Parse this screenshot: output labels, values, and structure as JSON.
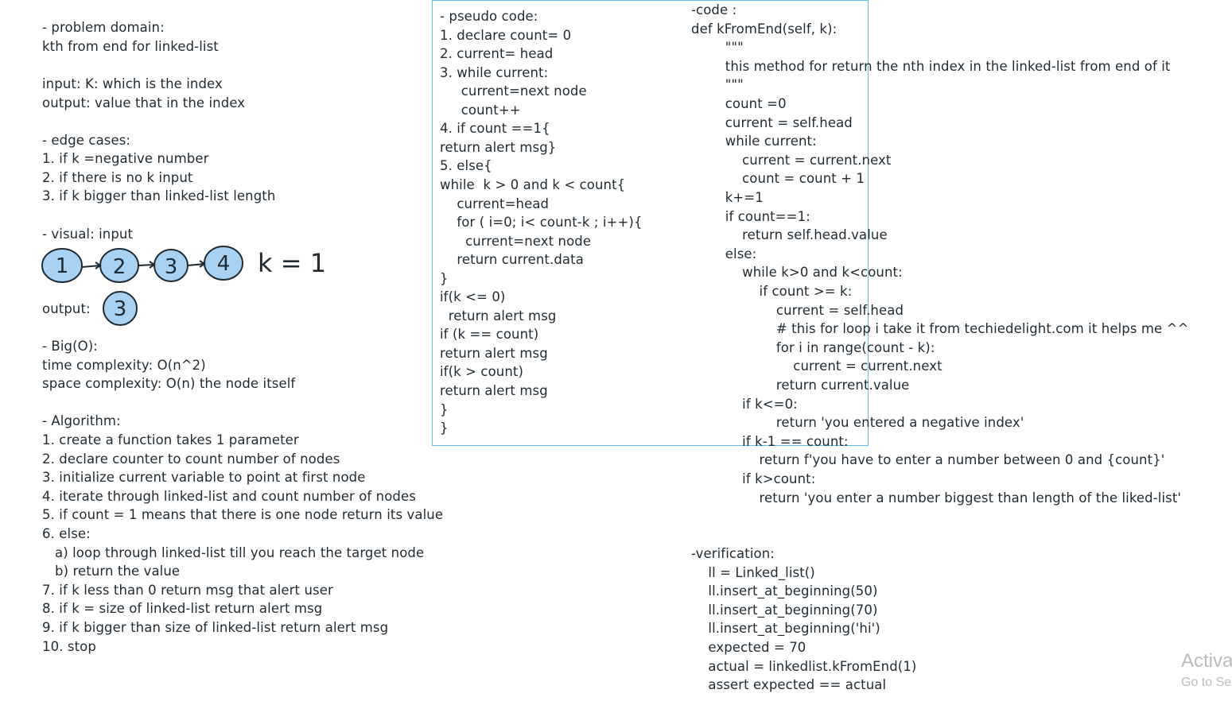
{
  "left": {
    "problem_title": "- problem domain:",
    "problem_desc": "kth from end for linked-list",
    "input": "input: K: which is the index",
    "output": "output: value that in the index",
    "edge_title": "- edge cases:",
    "edge_1": "1. if k =negative number",
    "edge_2": "2. if there is no k input",
    "edge_3": "3. if k bigger than linked-list length",
    "visual_title": "- visual: input",
    "visual_nodes": [
      "1",
      "2",
      "3",
      "4"
    ],
    "visual_k": "k = 1",
    "output_label": "output:",
    "output_node": "3",
    "bigo_title": "- Big(O):",
    "time": "time complexity: O(n^2)",
    "space": "space complexity: O(n) the node itself",
    "algo_title": "- Algorithm:",
    "algo": [
      "1. create a function takes 1 parameter",
      "2. declare counter to count number of nodes",
      "3. initialize current variable to point at first node",
      "4. iterate through linked-list and count number of nodes",
      "5. if count = 1 means that there is one node return its value",
      "6. else:",
      "   a) loop through linked-list till you reach the target node",
      "   b) return the value",
      "7. if k less than 0 return msg that alert user",
      "8. if k = size of linked-list return alert msg",
      "9. if k bigger than size of linked-list return alert msg",
      "10. stop"
    ]
  },
  "pseudo": [
    "- pseudo code:",
    "1. declare count= 0",
    "2. current= head",
    "3. while current:",
    "     current=next node",
    "     count++",
    "4. if count ==1{",
    "return alert msg}",
    "5. else{",
    "while  k > 0 and k < count{",
    "    current=head",
    "    for ( i=0; i< count-k ; i++){",
    "      current=next node",
    "    return current.data",
    "}",
    "if(k <= 0)",
    "  return alert msg",
    "if (k == count)",
    "return alert msg",
    "if(k > count)",
    "return alert msg",
    "}",
    "}"
  ],
  "code": [
    "-code :",
    "def kFromEnd(self, k):",
    "        \"\"\"",
    "        this method for return the nth index in the linked-list from end of it",
    "        \"\"\"",
    "        count =0",
    "        current = self.head",
    "        while current:",
    "            current = current.next",
    "            count = count + 1",
    "        k+=1",
    "        if count==1:",
    "            return self.head.value",
    "        else:",
    "            while k>0 and k<count:",
    "                if count >= k:",
    "                    current = self.head",
    "                    # this for loop i take it from techiedelight.com it helps me ^^",
    "                    for i in range(count - k):",
    "                        current = current.next",
    "                    return current.value",
    "            if k<=0:",
    "                    return 'you entered a negative index'",
    "            if k-1 == count:",
    "                return f'you have to enter a number between 0 and {count}'",
    "            if k>count:",
    "                return 'you enter a number biggest than length of the liked-list'"
  ],
  "verification": [
    "-verification:",
    "    ll = Linked_list()",
    "    ll.insert_at_beginning(50)",
    "    ll.insert_at_beginning(70)",
    "    ll.insert_at_beginning('hi')",
    "    expected = 70",
    "    actual = linkedlist.kFromEnd(1)",
    "    assert expected == actual"
  ],
  "watermark": {
    "line1": "Activa",
    "line2": "Go to Se"
  }
}
